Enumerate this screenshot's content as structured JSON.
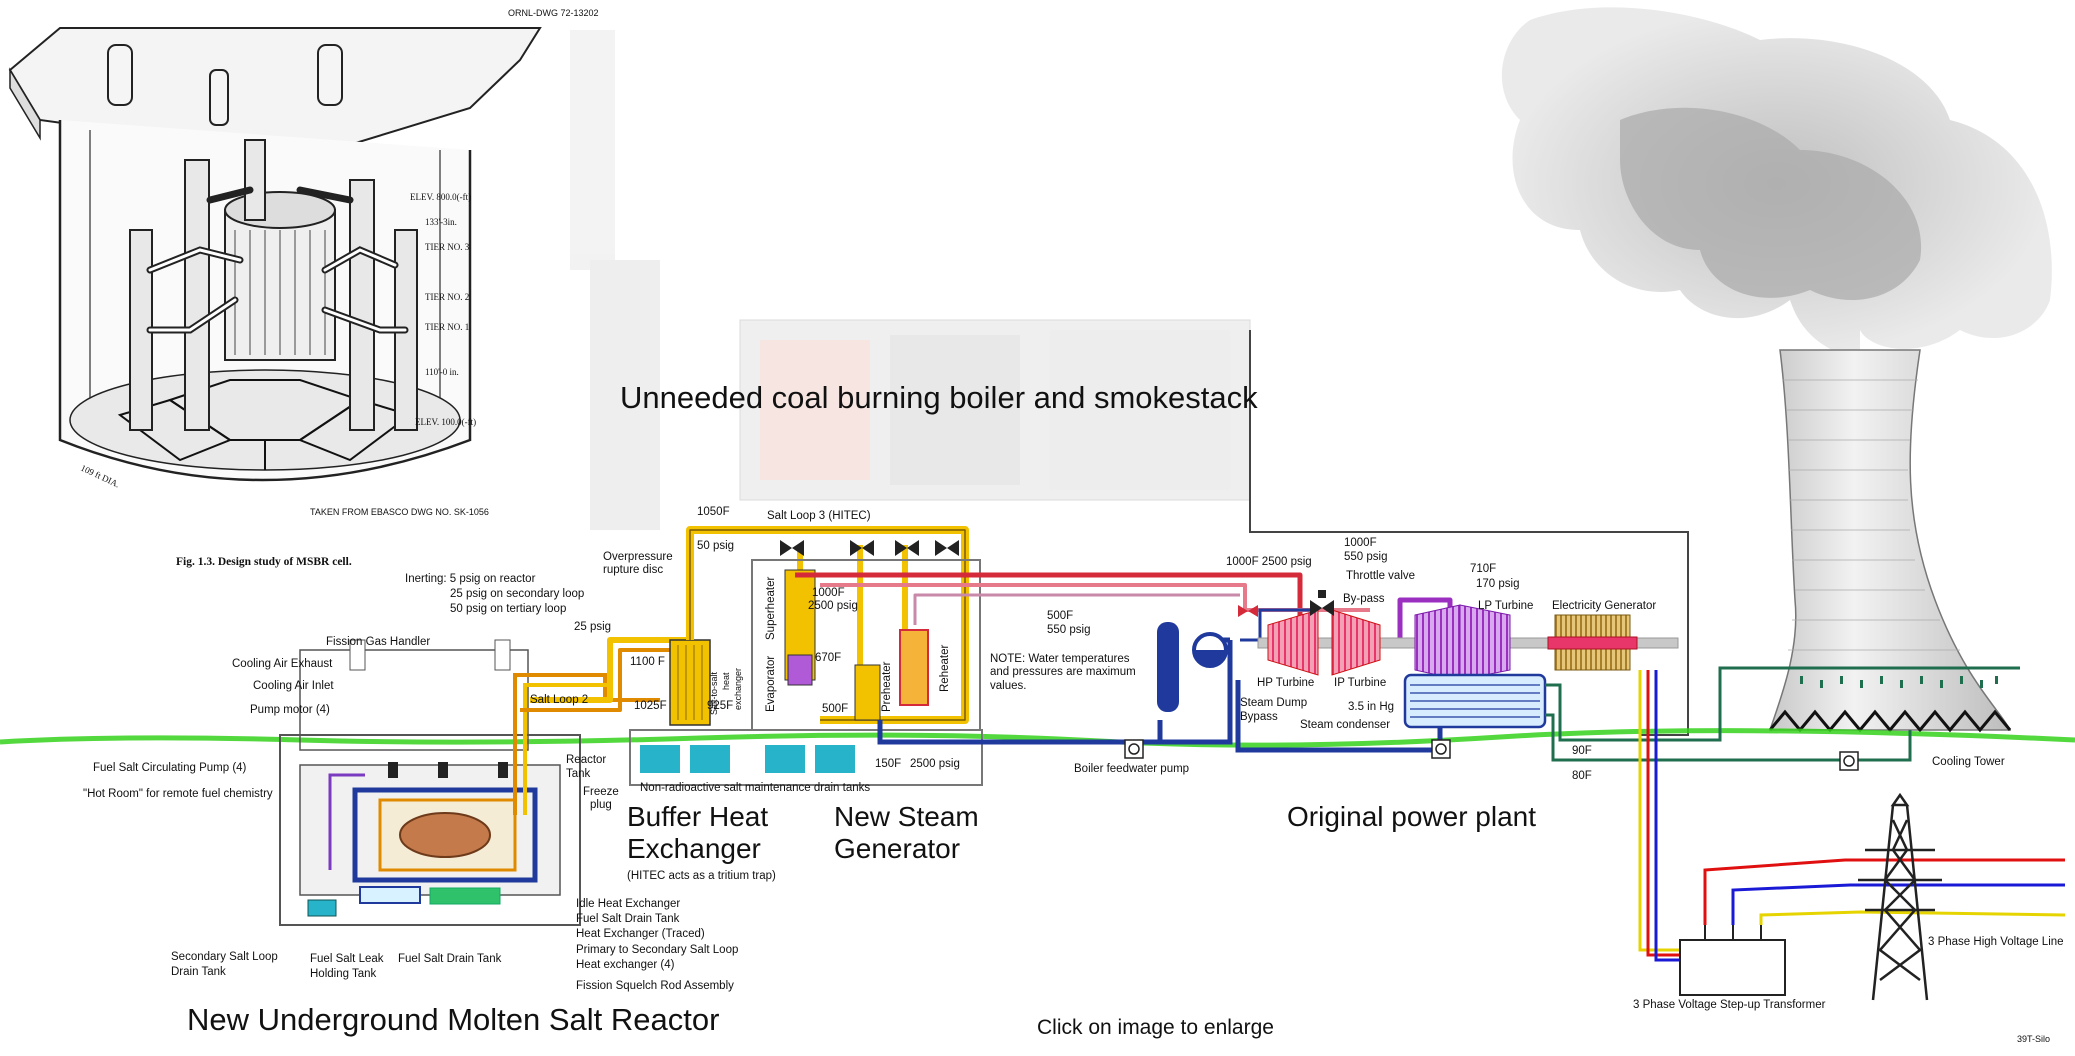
{
  "colors": {
    "hot_salt": "#f2c200",
    "steam": "#d42a3a",
    "feedwater": "#1f3a9c",
    "cooling": "#1f6e4e",
    "ground": "#35d21c",
    "turbine_pink": "#e8356a",
    "turbine_purple": "#9a2fc0",
    "generator": "#c9a24a",
    "phase_red": "#e01010",
    "phase_blue": "#1a1ad6",
    "phase_yellow": "#e6d400"
  },
  "reactor_figure": {
    "dwg_number": "ORNL-DWG 72-13202",
    "caption": "Fig. 1.3.  Design study of MSBR cell.",
    "taken_from": "TAKEN FROM EBASCO DWG NO. SK-1056",
    "elevations": [
      "ELEV. 800.0(-ft)",
      "133'-3in.",
      "TIER NO. 3",
      "TIER NO. 2",
      "TIER NO. 1",
      "110'-0 in.",
      "ELEV. 100.0(-ft)"
    ],
    "dia_label": "109 ft DIA."
  },
  "headings": {
    "coal": "Unneeded coal burning boiler and smokestack",
    "reactor": "New Underground Molten Salt Reactor",
    "buffer_line1": "Buffer Heat",
    "buffer_line2": "Exchanger",
    "buffer_note": "(HITEC  acts as a tritium trap)",
    "steam_gen_line1": "New Steam",
    "steam_gen_line2": "Generator",
    "plant": "Original power plant",
    "click": "Click on image to enlarge",
    "credit": "39T-Silo"
  },
  "reactor_labels": {
    "inerting_1": "Inerting:  5 psig on reactor",
    "inerting_2": "25 psig on secondary loop",
    "inerting_3": "50 psig on tertiary loop",
    "fission_gas": "Fission Gas Handler",
    "cooling_exhaust": "Cooling Air Exhaust",
    "cooling_inlet": "Cooling Air Inlet",
    "pump_motor": "Pump motor (4)",
    "fuel_pump": "Fuel Salt Circulating Pump (4)",
    "hot_room": "\"Hot Room\" for remote fuel chemistry",
    "reactor_tank_1": "Reactor",
    "reactor_tank_2": "Tank",
    "freeze_1": "Freeze",
    "freeze_2": "plug",
    "idle_hx": "Idle Heat Exchanger",
    "fuel_drain_tank_r": "Fuel Salt Drain Tank",
    "hx_traced": "Heat Exchanger  (Traced)",
    "primary_hx_1": "Primary to Secondary Salt Loop",
    "primary_hx_2": "Heat exchanger (4)",
    "squelch": "Fission Squelch Rod Assembly",
    "secondary_drain_1": "Secondary Salt Loop",
    "secondary_drain_2": "Drain Tank",
    "leak_1": "Fuel Salt Leak",
    "leak_2": "Holding Tank",
    "fuel_drain_tank_b": "Fuel Salt Drain Tank"
  },
  "loop_labels": {
    "t1050": "1050F",
    "p50": "50 psig",
    "loop3": "Salt Loop 3 (HITEC)",
    "overpressure_1": "Overpressure",
    "overpressure_2": "rupture disc",
    "p25": "25 psig",
    "t1100": "1100 F",
    "loop2": "Salt Loop 2",
    "t1025": "1025F",
    "t925": "925F",
    "salt_hx_1": "Salt-to-salt",
    "salt_hx_2": "heat",
    "salt_hx_3": "exchanger",
    "evaporator": "Evaporator",
    "superheater": "Superheater",
    "preheater": "Preheater",
    "reheater": "Reheater",
    "t1000a": "1000F",
    "p2500a": "2500 psig",
    "t670": "670F",
    "t500": "500F",
    "t150": "150F",
    "p2500b": "2500 psig",
    "drain_tanks": "Non-radioactive salt maintenance drain tanks"
  },
  "plant_labels": {
    "t1000b": "1000F  2500 psig",
    "t1000c": "1000F",
    "p550a": "550 psig",
    "throttle": "Throttle valve",
    "bypass": "By-pass",
    "t710": "710F",
    "p170": "170 psig",
    "lp": "LP Turbine",
    "gen": "Electricity Generator",
    "t500b": "500F",
    "p550b": "550 psig",
    "note_1": "NOTE: Water temperatures",
    "note_2": "and pressures are maximum",
    "note_3": "values.",
    "hp": "HP Turbine",
    "ip": "IP Turbine",
    "dump_1": "Steam Dump",
    "dump_2": "Bypass",
    "hg": "3.5 in Hg",
    "condenser": "Steam condenser",
    "feedpump": "Boiler feedwater pump",
    "t90": "90F",
    "t80": "80F",
    "tower": "Cooling Tower",
    "hv_line": "3 Phase High Voltage Line",
    "transformer": "3 Phase Voltage Step-up Transformer"
  }
}
